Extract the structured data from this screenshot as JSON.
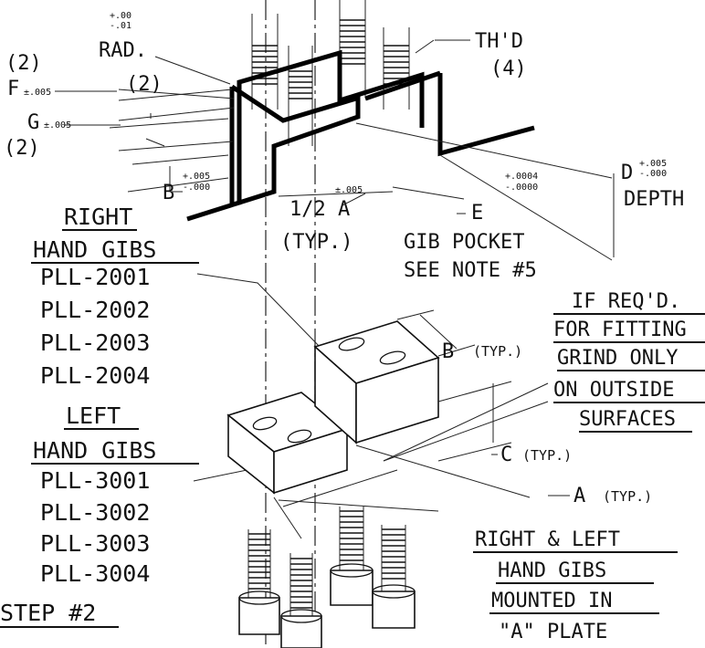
{
  "callouts": {
    "rad_tol_plus": "+.00",
    "rad_tol_minus": "-.01",
    "rad_label": "RAD.",
    "rad_count": "(2)",
    "f_count": "(2)",
    "f_label": "F",
    "f_tol": "±.005",
    "g_label": "G",
    "g_tol": "±.005",
    "g_count": "(2)",
    "b_label": "B",
    "b_tol_plus": "+.005",
    "b_tol_minus": "-.000",
    "half_a_tol": "±.005",
    "half_a_label": "1/2 A",
    "half_a_typ": "(TYP.)",
    "thd_label": "TH'D",
    "thd_count": "(4)",
    "e_tol_plus": "+.0004",
    "e_tol_minus": "-.0000",
    "e_label": "E",
    "d_label": "D",
    "d_tol_plus": "+.005",
    "d_tol_minus": "-.000",
    "d_depth": "DEPTH",
    "gib_pocket": "GIB POCKET",
    "see_note": "SEE NOTE #5"
  },
  "right_gibs": {
    "heading_1": "RIGHT",
    "heading_2": "HAND GIBS",
    "parts": [
      "PLL-2001",
      "PLL-2002",
      "PLL-2003",
      "PLL-2004"
    ]
  },
  "left_gibs": {
    "heading_1": "LEFT",
    "heading_2": "HAND GIBS",
    "parts": [
      "PLL-3001",
      "PLL-3002",
      "PLL-3003",
      "PLL-3004"
    ]
  },
  "fitting_note": [
    "IF REQ'D.",
    "FOR FITTING",
    "GRIND ONLY",
    "ON OUTSIDE",
    "SURFACES"
  ],
  "dims": {
    "b_typ": "B",
    "c_typ": "C",
    "a_typ": "A",
    "typ": "(TYP.)"
  },
  "mounted_note": [
    "RIGHT & LEFT",
    "HAND GIBS",
    "MOUNTED IN",
    "\"A\" PLATE"
  ],
  "step": "STEP #2"
}
